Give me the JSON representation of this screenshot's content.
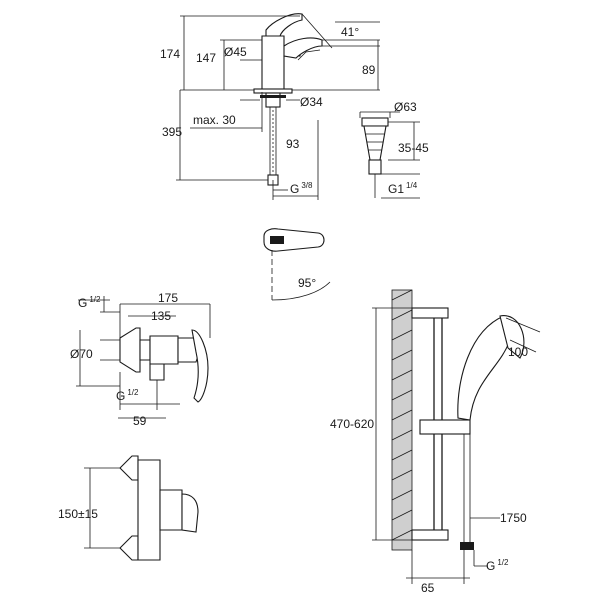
{
  "diagram": {
    "basin_mixer": {
      "total_height": "174",
      "spout_height": "147",
      "body_diameter": "Ø45",
      "lever_angle": "41°",
      "spout_reach": "89",
      "base_diameter": "Ø34",
      "below_deck": "395",
      "deck_thickness": "max. 30",
      "connection_offset": "93",
      "connection_thread": "G",
      "connection_thread_fraction": "3/8"
    },
    "waste": {
      "flange_diameter": "Ø63",
      "thread_range": "35-45",
      "thread": "G1",
      "thread_fraction": "1/4"
    },
    "lever_top_view": {
      "rotation_angle": "95°"
    },
    "shower_mixer": {
      "inlet_thread": "G",
      "inlet_thread_fraction": "1/2",
      "overall_width": "175",
      "body_width": "135",
      "escutcheon_diameter": "Ø70",
      "outlet_thread": "G",
      "outlet_thread_fraction": "1/2",
      "outlet_offset": "59",
      "centre_distance": "150±15"
    },
    "shower_set": {
      "rail_height": "470-620",
      "handshower_diameter": "100",
      "hose_length": "1750",
      "hose_thread": "G",
      "hose_thread_fraction": "1/2",
      "wall_offset": "65"
    }
  }
}
